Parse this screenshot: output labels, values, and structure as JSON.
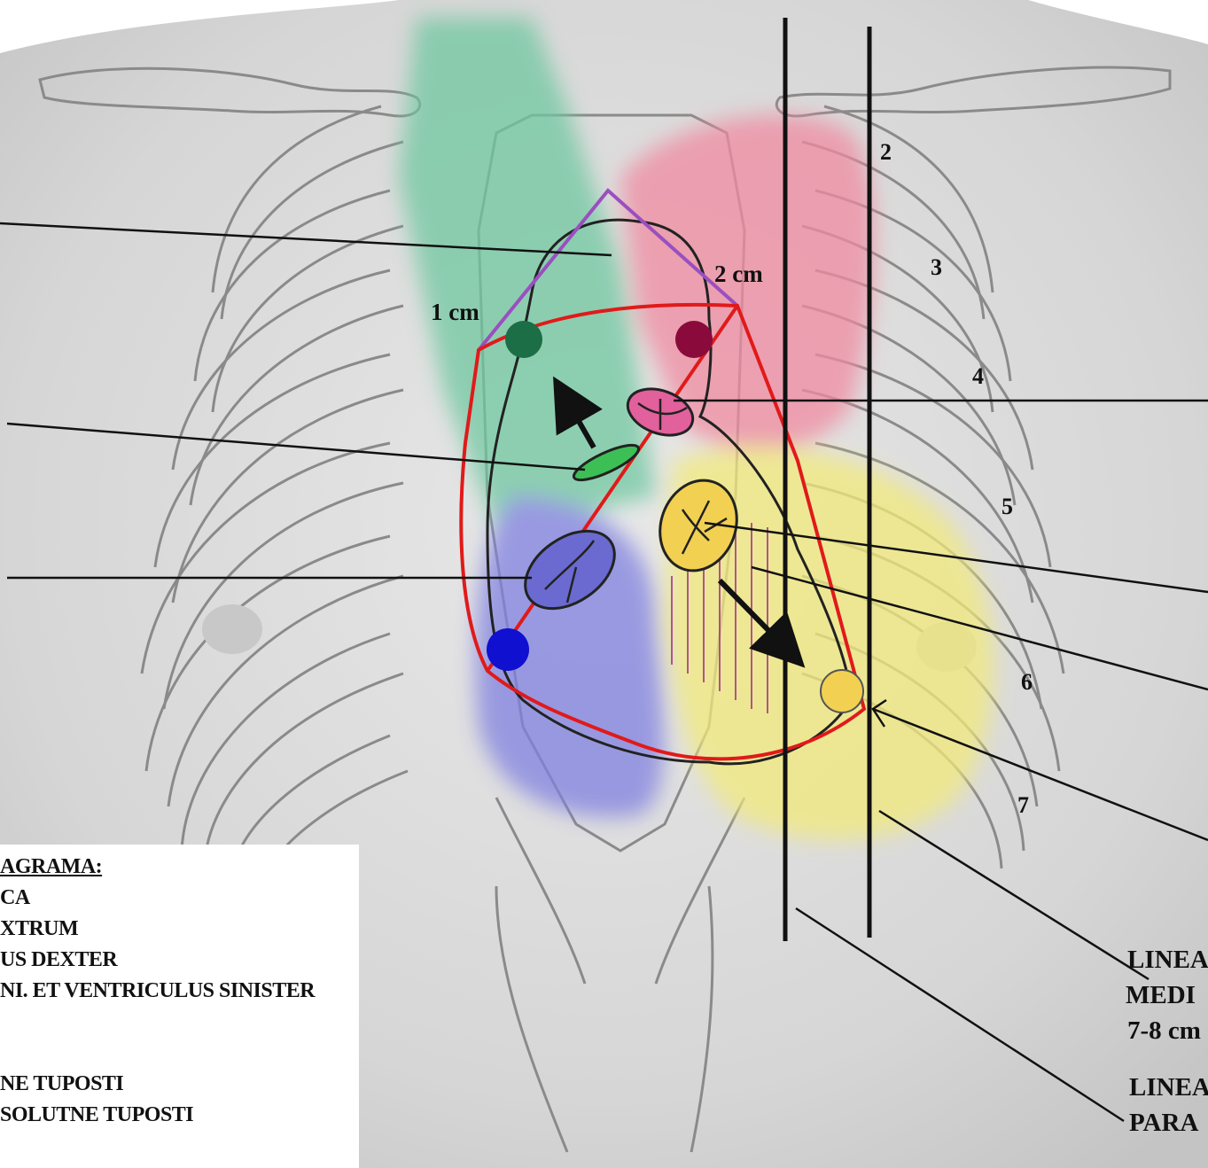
{
  "diagram": {
    "rib_numbers": [
      "2",
      "3",
      "4",
      "5",
      "6",
      "7"
    ],
    "measure_left": "1 cm",
    "measure_right": "2 cm",
    "right_labels": {
      "label_1": "LINEA",
      "label_2": "MEDI",
      "label_3": "7-8 cm",
      "label_4": "LINEA",
      "label_5": "PARA"
    },
    "legend": {
      "title": "AGRAMA:",
      "items": [
        "CA",
        "XTRUM",
        "US DEXTER",
        "NI. ET VENTRICULUS SINISTER",
        "",
        "NE TUPOSTI",
        "SOLUTNE TUPOSTI"
      ]
    },
    "colors": {
      "projection_green": "#6fc7a0",
      "projection_pink": "#f08aa0",
      "projection_blue": "#8080e0",
      "projection_yellow": "#f2ea7a",
      "relative_dullness": "#e01a1a",
      "absolute_dullness_top": "#9a4fc0",
      "valve_pulmonary": "#1b6e45",
      "valve_aortic": "#8a0a3c",
      "valve_tricuspid": "#1010d0",
      "valve_mitral": "#f2d052",
      "hatch": "#a0308a"
    }
  }
}
